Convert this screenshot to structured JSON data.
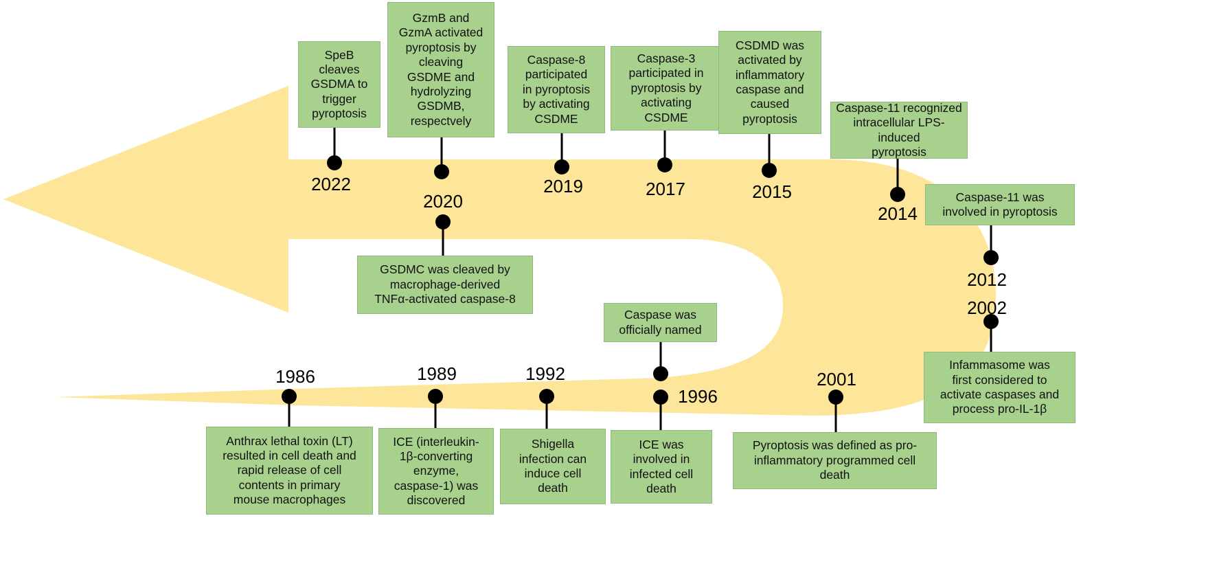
{
  "colors": {
    "arrow": "#fde69a",
    "box": "#a9d18e",
    "dot": "#000000"
  },
  "events": [
    {
      "id": "e2022",
      "year": "2022",
      "text": "SpeB\ncleaves\nGSDMA to\ntrigger\npyroptosis"
    },
    {
      "id": "e2020a",
      "year": "2020",
      "text": "GzmB and\nGzmA  activated\npyroptosis  by\ncleaving\nGSDME and\nhydrolyzing\nGSDMB,\nrespectvely"
    },
    {
      "id": "e2019",
      "year": "2019",
      "text": "Caspase-8\nparticipated\nin  pyroptosis\nby activating\nCSDME"
    },
    {
      "id": "e2017",
      "year": "2017",
      "text": "Caspase-3\nparticipated in\npyroptosis by\nactivating\nCSDME"
    },
    {
      "id": "e2015",
      "year": "2015",
      "text": "CSDMD was\nactivated by\ninflammatory\ncaspase and\ncaused\npyroptosis"
    },
    {
      "id": "e2014",
      "year": "2014",
      "text": "Caspase-11 recognized\nintracellular LPS-induced\npyroptosis"
    },
    {
      "id": "e2012",
      "year": "2012",
      "text": "Caspase-11 was\ninvolved in pyroptosis"
    },
    {
      "id": "e2020b",
      "year": "2020",
      "text": "GSDMC was cleaved by\nmacrophage-derived\nTNFα-activated caspase-8"
    },
    {
      "id": "e2002",
      "year": "2002",
      "text": "Infammasome was\nfirst considered to\nactivate caspases and\nprocess pro-IL-1β"
    },
    {
      "id": "e1996a",
      "year": "",
      "text": "Caspase was\nofficially named"
    },
    {
      "id": "e2001",
      "year": "2001",
      "text": "Pyroptosis was defined as pro-\ninflammatory programmed cell\ndeath"
    },
    {
      "id": "e1996b",
      "year": "1996",
      "text": "ICE was\ninvolved in\ninfected cell\ndeath"
    },
    {
      "id": "e1992",
      "year": "1992",
      "text": "Shigella\ninfection can\ninduce cell\ndeath"
    },
    {
      "id": "e1989",
      "year": "1989",
      "text": "ICE (interleukin-\n1β-converting\nenzyme,\ncaspase-1) was\ndiscovered"
    },
    {
      "id": "e1986",
      "year": "1986",
      "text": "Anthrax lethal toxin (LT)\nresulted in cell death and\nrapid release of cell\ncontents in primary\nmouse macrophages"
    }
  ]
}
